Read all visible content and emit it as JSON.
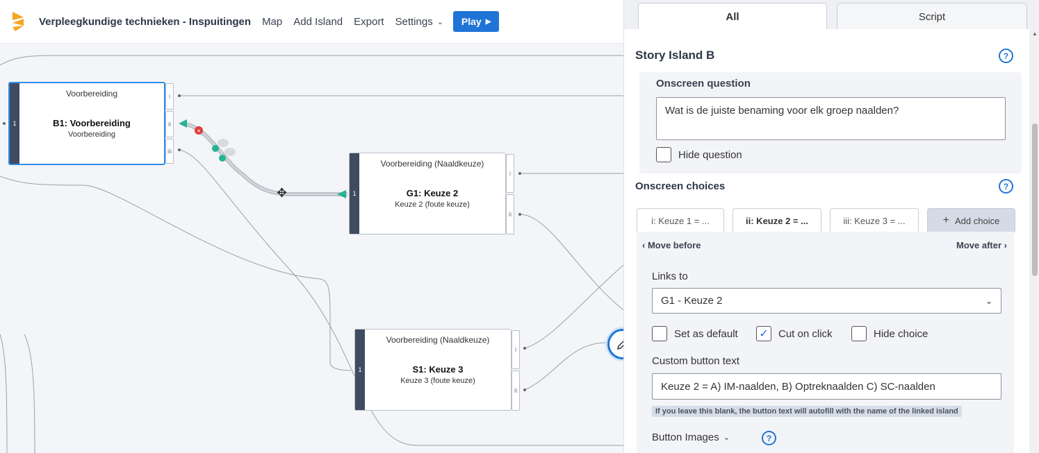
{
  "topbar": {
    "title": "Verpleegkundige technieken - Inspuitingen",
    "nav": [
      "Map",
      "Add Island",
      "Export",
      "Settings"
    ],
    "play_label": "Play",
    "brand_color": "#f5a623",
    "accent_color": "#1f74d6"
  },
  "canvas": {
    "nodes": [
      {
        "header": "Voorbereiding",
        "title": "B1: Voorbereiding",
        "subtitle": "Voorbereiding",
        "index": "1",
        "ports": [
          "i",
          "ii",
          "iii"
        ],
        "selected": true
      },
      {
        "header": "Voorbereiding (Naaldkeuze)",
        "title": "G1: Keuze 2",
        "subtitle": "Keuze 2 (foute keuze)",
        "index": "1",
        "ports": [
          "i",
          "ii"
        ]
      },
      {
        "header": "Voorbereiding (Naaldkeuze)",
        "title": "S1: Keuze 3",
        "subtitle": "Keuze 3 (foute keuze)",
        "index": "1",
        "ports": [
          "i",
          "ii"
        ]
      }
    ],
    "left_index": "1"
  },
  "panel": {
    "tabs": [
      "All",
      "Script"
    ],
    "active_tab": "All",
    "island_title": "Story Island B",
    "question_label": "Onscreen question",
    "question_value": "Wat is de juiste benaming voor elk groep naalden?",
    "hide_question_label": "Hide question",
    "choices_label": "Onscreen choices",
    "choice_tabs": [
      "i: Keuze 1 = ...",
      "ii: Keuze 2 = ...",
      "iii: Keuze 3 = ..."
    ],
    "add_choice_label": "Add choice",
    "move_before": "Move before",
    "move_after": "Move after",
    "links_to_label": "Links to",
    "links_to_value": "G1 - Keuze 2",
    "set_default_label": "Set as default",
    "cut_on_click_label": "Cut on click",
    "hide_choice_label": "Hide choice",
    "cut_on_click_checked": true,
    "custom_text_label": "Custom button text",
    "custom_text_value": "Keuze 2 = A) IM-naalden, B) Optreknaalden C) SC-naalden",
    "custom_text_hint": "If you leave this blank, the button text will autofill with the name of the linked island",
    "button_images_label": "Button Images"
  }
}
